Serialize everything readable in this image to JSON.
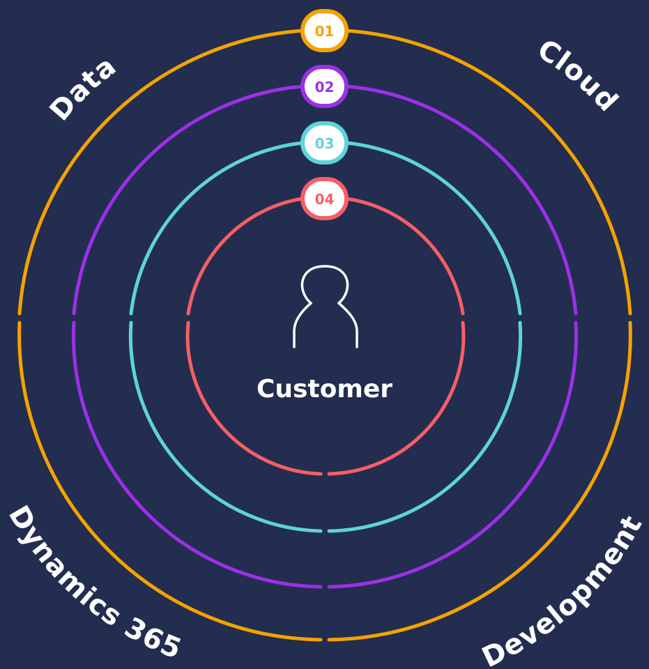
{
  "center": {
    "label": "Customer",
    "icon": "person-icon"
  },
  "badges": [
    {
      "label": "01",
      "color": "#f5a300"
    },
    {
      "label": "02",
      "color": "#9b30e6"
    },
    {
      "label": "03",
      "color": "#5fd3dc"
    },
    {
      "label": "04",
      "color": "#f65e66"
    }
  ],
  "quadrants": {
    "top_left": "Data",
    "top_right": "Cloud",
    "bottom_left": "Dynamics 365",
    "bottom_right": "Development"
  },
  "colors": {
    "background": "#222d4f",
    "ring1": "#f5a300",
    "ring2": "#9b30e6",
    "ring3": "#5fd3dc",
    "ring4": "#f65e66",
    "text": "#ffffff"
  }
}
